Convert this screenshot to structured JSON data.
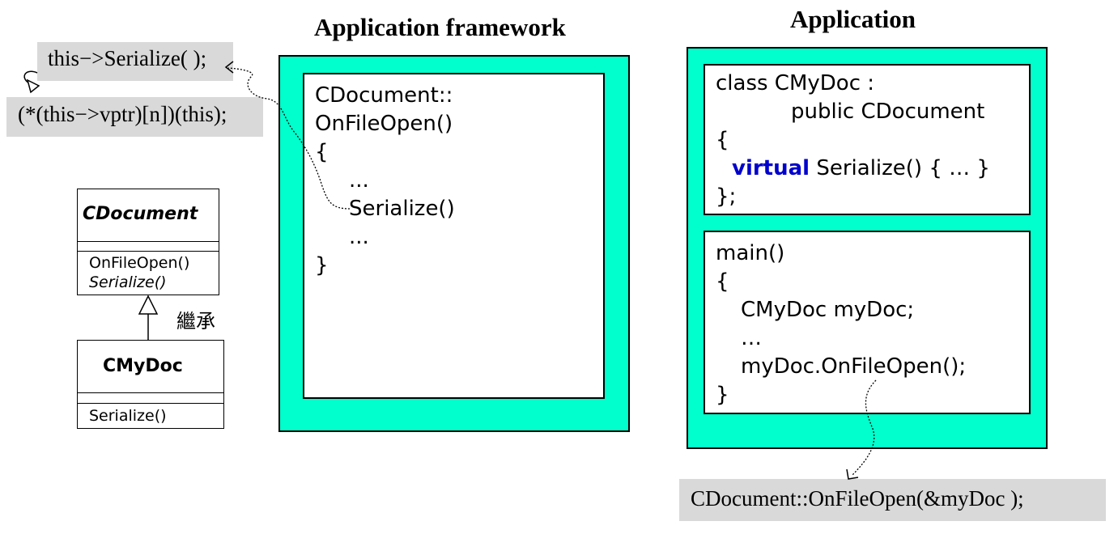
{
  "framework": {
    "title": "Application framework",
    "code": {
      "l1": "CDocument::",
      "l2": "OnFileOpen()",
      "l3": "{",
      "l4": "...",
      "l5": "Serialize()",
      "l6": "...",
      "l7": "}"
    }
  },
  "application": {
    "title": "Application",
    "class_code": {
      "l1": "class CMyDoc :",
      "l2": "public CDocument",
      "l3": "{",
      "keyword": "virtual",
      "l4_rest": " Serialize() { … }",
      "l5": "};"
    },
    "main_code": {
      "l1": "main()",
      "l2": "{",
      "l3": "CMyDoc myDoc;",
      "l4": "…",
      "l5": "myDoc.OnFileOpen();",
      "l6": "}"
    }
  },
  "annotations": {
    "serialize_call": "this−>Serialize( );",
    "vptr_call": "(*(this−>vptr)[n])(this);",
    "onfileopen_call": "CDocument::OnFileOpen(&myDoc );"
  },
  "uml": {
    "base_class": "CDocument",
    "base_methods": [
      "OnFileOpen()",
      "Serialize()"
    ],
    "inheritance_label": "繼承",
    "derived_class": "CMyDoc",
    "derived_methods": [
      "Serialize()"
    ]
  },
  "colors": {
    "teal": "#00ffcc",
    "keyword": "#0000cc",
    "annotation_bg": "#d9d9d9"
  }
}
